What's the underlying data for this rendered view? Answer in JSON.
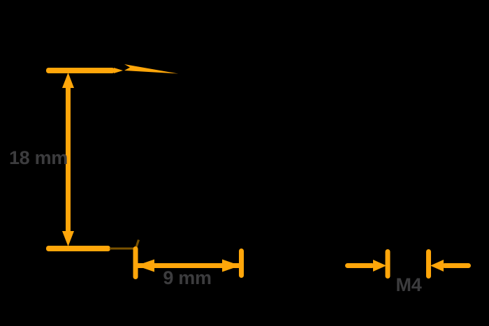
{
  "diagram": {
    "description": "dimension-drawing-of-standoff",
    "labels": {
      "height": "18 mm",
      "width": "9 mm",
      "thread": "M4"
    },
    "colors": {
      "accent": "#FFA60A",
      "accent_shadow": "#7A5200",
      "label_text": "#3C3C3E",
      "background": "#000000"
    }
  }
}
